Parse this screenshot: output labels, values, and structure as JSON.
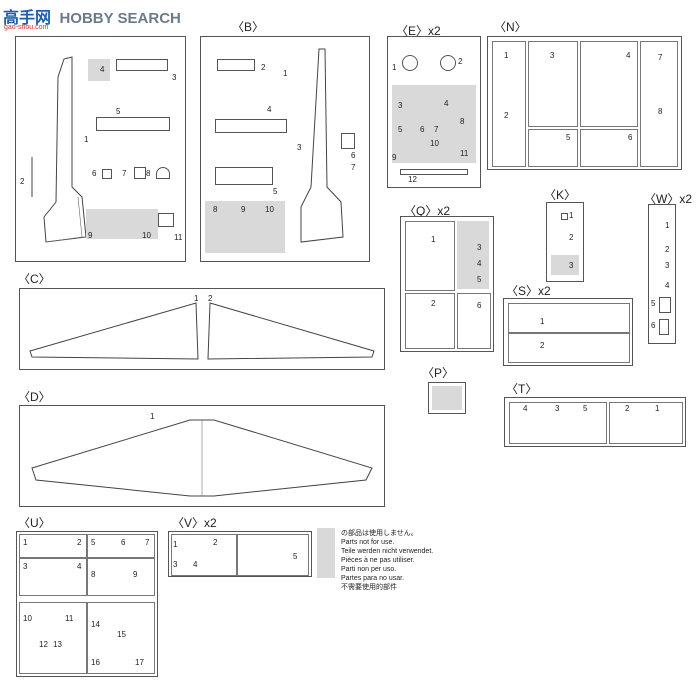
{
  "watermark": {
    "brand": "HOBBY SEARCH",
    "logo_text": "高手网",
    "url": "gao-shou.com"
  },
  "sprues": {
    "A": {
      "label": "",
      "parts": [
        "1",
        "2",
        "3",
        "4",
        "5",
        "6",
        "7",
        "8",
        "9",
        "10",
        "11"
      ]
    },
    "B": {
      "label": "〈B〉",
      "parts": [
        "1",
        "2",
        "3",
        "4",
        "5",
        "6",
        "7",
        "8",
        "9",
        "10"
      ]
    },
    "C": {
      "label": "〈C〉",
      "parts": [
        "1",
        "2"
      ]
    },
    "D": {
      "label": "〈D〉",
      "parts": [
        "1"
      ]
    },
    "E": {
      "label": "〈E〉x2",
      "parts": [
        "1",
        "2",
        "3",
        "4",
        "5",
        "6",
        "7",
        "8",
        "9",
        "10",
        "11",
        "12"
      ]
    },
    "N": {
      "label": "〈N〉",
      "parts": [
        "1",
        "2",
        "3",
        "4",
        "5",
        "6",
        "7",
        "8"
      ]
    },
    "K": {
      "label": "〈K〉",
      "parts": [
        "1",
        "2",
        "3"
      ]
    },
    "W": {
      "label": "〈W〉x2",
      "parts": [
        "1",
        "2",
        "3",
        "4",
        "5",
        "6"
      ]
    },
    "Q": {
      "label": "〈Q〉x2",
      "parts": [
        "1",
        "2",
        "3",
        "4",
        "5",
        "6"
      ]
    },
    "S": {
      "label": "〈S〉x2",
      "parts": [
        "1",
        "2"
      ]
    },
    "P": {
      "label": "〈P〉",
      "parts": []
    },
    "T": {
      "label": "〈T〉",
      "parts": [
        "4",
        "3",
        "5",
        "2",
        "1"
      ]
    },
    "U": {
      "label": "〈U〉",
      "parts": [
        "1",
        "2",
        "3",
        "4",
        "5",
        "6",
        "7",
        "8",
        "9",
        "10",
        "11",
        "12",
        "13",
        "14",
        "15",
        "16",
        "17"
      ]
    },
    "V": {
      "label": "〈V〉x2",
      "parts": [
        "1",
        "2",
        "3",
        "4",
        "5"
      ]
    }
  },
  "unused_note": {
    "lines": [
      "の部品は使用しません。",
      "Parts not for use.",
      "Teile werden nicht verwendet.",
      "Pièces à ne pas utiliser.",
      "Parti non per uso.",
      "Partes para no usar.",
      "不需要使用的部件"
    ]
  }
}
